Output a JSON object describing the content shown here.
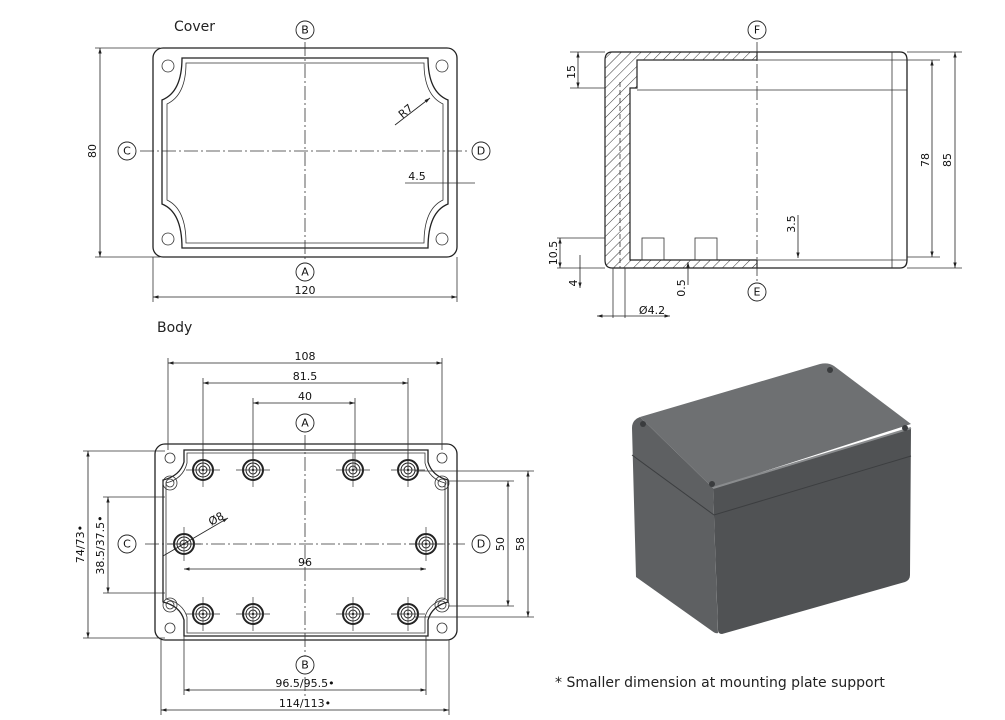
{
  "views": {
    "cover": {
      "title": "Cover",
      "dims": {
        "width": "120",
        "height": "80",
        "radius": "R7",
        "rim": "4.5"
      }
    },
    "body": {
      "title": "Body",
      "dims": {
        "d108": "108",
        "d81_5": "81.5",
        "d40": "40",
        "d96": "96",
        "d96_5": "96.5/95.5•",
        "d114": "114/113•",
        "d74": "74/73•",
        "d38_5": "38.5/37.5•",
        "d50": "50",
        "d58": "58",
        "hole": "Ø8"
      }
    },
    "section": {
      "dims": {
        "d15": "15",
        "d78": "78",
        "d85": "85",
        "d10_5": "10.5",
        "d4": "4",
        "d3_5": "3.5",
        "d0_5": "0.5",
        "hole": "Ø4.2"
      }
    }
  },
  "axis_labels": {
    "A": "A",
    "B": "B",
    "C": "C",
    "D": "D",
    "E": "E",
    "F": "F"
  },
  "colors": {
    "housing_top": "#6e7072",
    "housing_front": "#505254",
    "housing_side": "#5e6062"
  },
  "note": "* Smaller dimension at mounting plate support"
}
